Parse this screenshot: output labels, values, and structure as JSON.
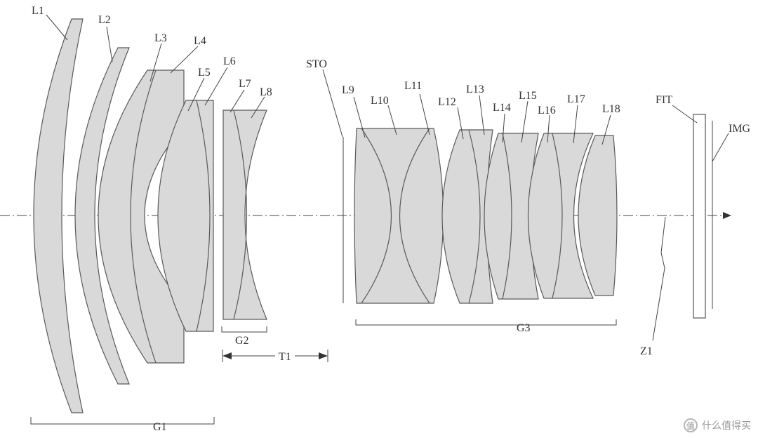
{
  "labels": {
    "L1": "L1",
    "L2": "L2",
    "L3": "L3",
    "L4": "L4",
    "L5": "L5",
    "L6": "L6",
    "L7": "L7",
    "L8": "L8",
    "L9": "L9",
    "L10": "L10",
    "L11": "L11",
    "L12": "L12",
    "L13": "L13",
    "L14": "L14",
    "L15": "L15",
    "L16": "L16",
    "L17": "L17",
    "L18": "L18",
    "STO": "STO",
    "FIT": "FIT",
    "IMG": "IMG",
    "G1": "G1",
    "G2": "G2",
    "G3": "G3",
    "T1": "T1",
    "Z1": "Z1"
  },
  "watermark": {
    "text": "什么值得买",
    "logo_glyph": "值"
  },
  "colors": {
    "lens_fill": "#d9d9d9",
    "line": "#444444"
  }
}
